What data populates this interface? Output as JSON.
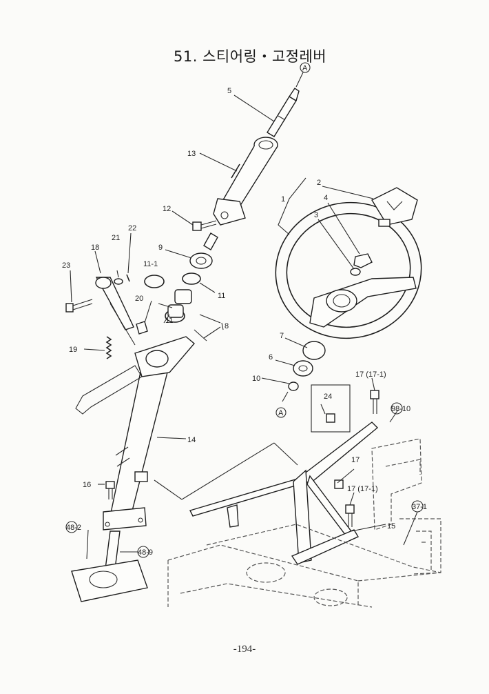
{
  "title": "51. 스티어링・고정레버",
  "page_number": "-194-",
  "labels": {
    "l1": "1",
    "l2": "2",
    "l3": "3",
    "l4": "4",
    "l5": "5",
    "l6": "6",
    "l7": "7",
    "l8": "8",
    "l9": "9",
    "l10": "10",
    "l11a": "11",
    "l11b": "11",
    "l11_1": "11-1",
    "l12": "12",
    "l13": "13",
    "l14": "14",
    "l15": "15",
    "l16": "16",
    "l17": "17",
    "l17_1a": "17 (17-1)",
    "l17_1b": "17 (17-1)",
    "l18": "18",
    "l19": "19",
    "l20": "20",
    "l21": "21",
    "l22": "22",
    "l23": "23",
    "l24": "24",
    "l98_10": "98-10",
    "l37_1": "37-1",
    "l48_2": "48-2",
    "l48_9": "48-9",
    "refA1": "A",
    "refA2": "A"
  }
}
